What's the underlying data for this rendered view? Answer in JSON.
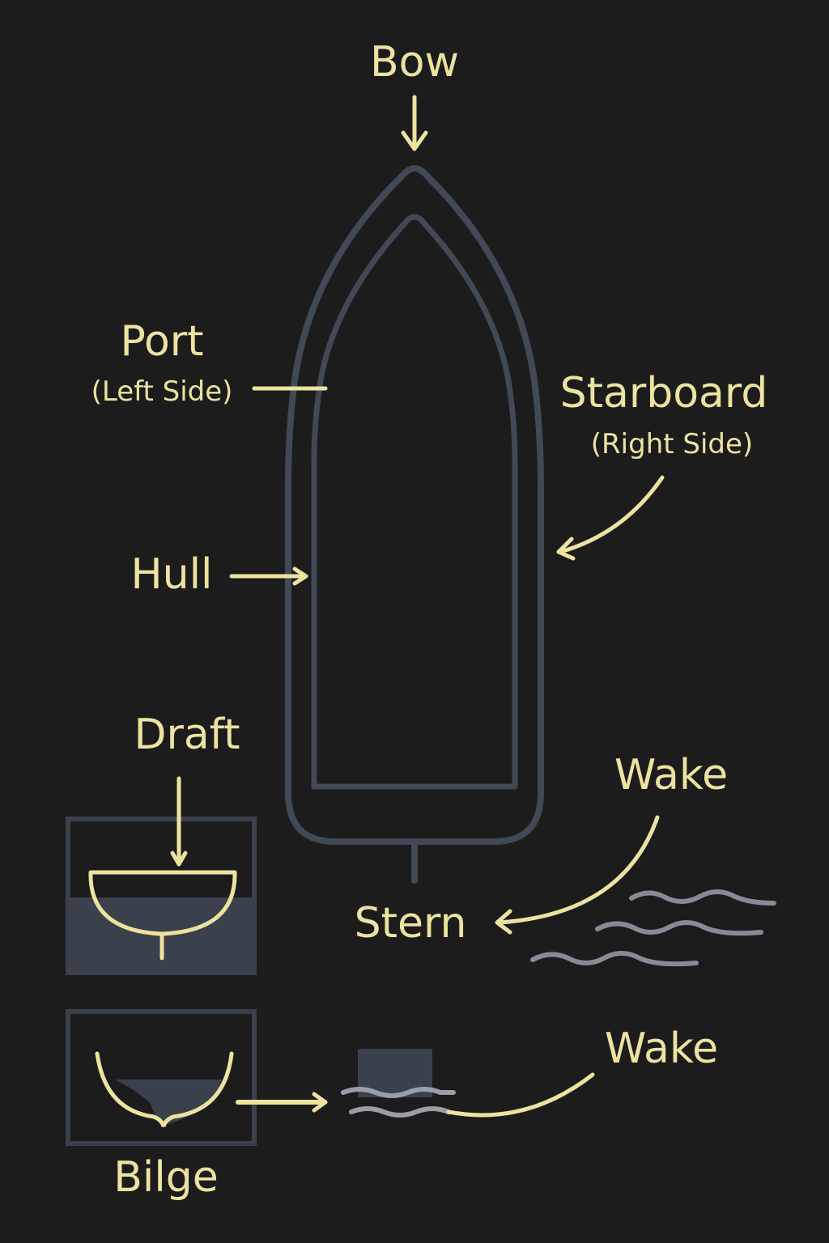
{
  "title": "Boat Parts Diagram",
  "colors": {
    "background": "#1c1c1c",
    "label": "#ede3a0",
    "hull_outline": "#414856",
    "water": "#3a414d",
    "waves": "#868b96"
  },
  "labels": {
    "bow": "Bow",
    "port": "Port",
    "port_sub": "(Left Side)",
    "starboard": "Starboard",
    "starboard_sub": "(Right Side)",
    "hull": "Hull",
    "draft": "Draft",
    "stern": "Stern",
    "wake_top": "Wake",
    "wake_bottom": "Wake",
    "bilge": "Bilge"
  }
}
